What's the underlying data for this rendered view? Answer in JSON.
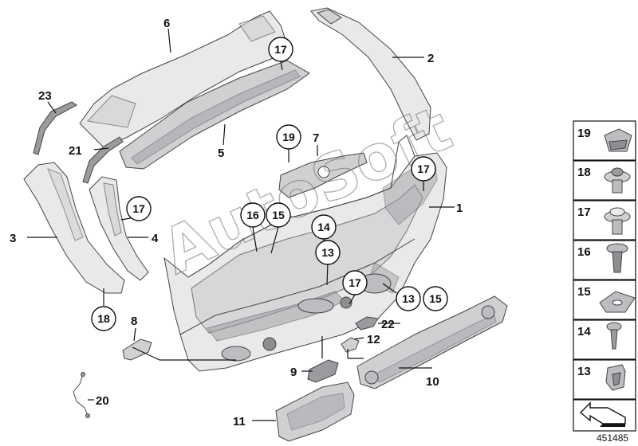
{
  "diagram": {
    "parts": {
      "p1": "1",
      "p2": "2",
      "p3": "3",
      "p4": "4",
      "p5": "5",
      "p6": "6",
      "p7": "7",
      "p8": "8",
      "p9": "9",
      "p10": "10",
      "p11": "11",
      "p12": "12",
      "p20": "20",
      "p21": "21",
      "p22": "22",
      "p23": "23"
    },
    "callouts": {
      "c17a": "17",
      "c17b": "17",
      "c17c": "17",
      "c17d": "17",
      "c19": "19",
      "c16": "16",
      "c15a": "15",
      "c14": "14",
      "c13a": "13",
      "c13b": "13",
      "c15b": "15",
      "c18": "18"
    },
    "legend": [
      "19",
      "18",
      "17",
      "16",
      "15",
      "14",
      "13"
    ],
    "reference_number": "451485",
    "watermark": "AutoSoft"
  }
}
